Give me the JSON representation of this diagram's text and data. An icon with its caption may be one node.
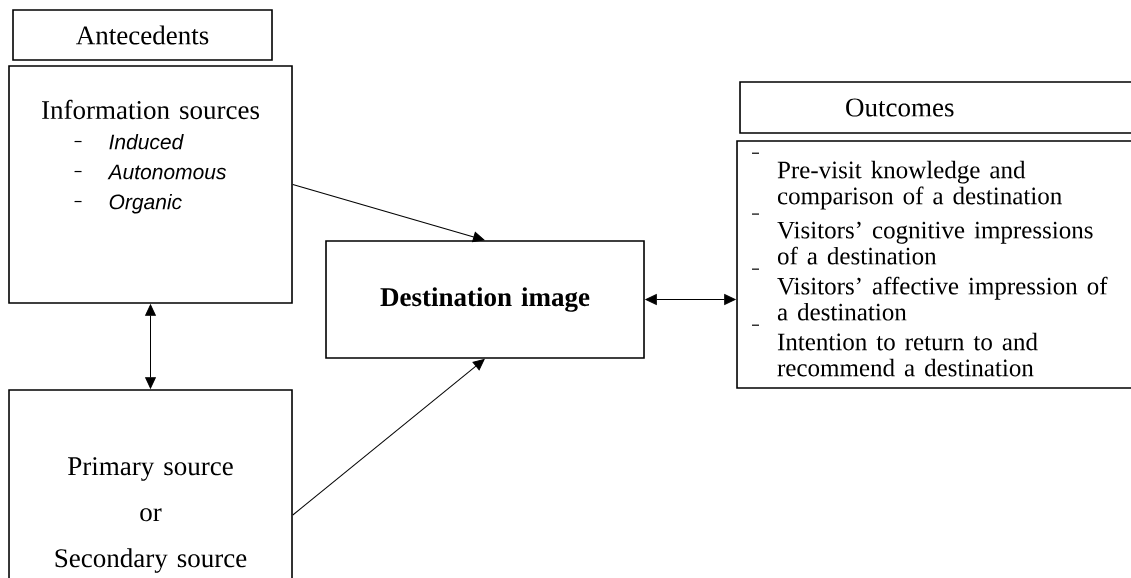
{
  "diagram": {
    "nodes": [
      {
        "text": [
          "Antecedents"
        ]
      },
      {
        "text": [
          "Information sources",
          "Induced",
          "Autonomous",
          "Organic"
        ]
      },
      {
        "text": [
          "Primary source",
          "or",
          "Secondary source"
        ]
      },
      {
        "text": [
          "Destination image"
        ]
      },
      {
        "text": [
          "Outcomes"
        ]
      },
      {
        "text": [
          "Pre-visit knowledge and comparison of a destination",
          "Visitors’ cognitive impressions of a destination",
          "Visitors’ affective impression of a destination",
          "Intention to return to and recommend a destination"
        ]
      }
    ],
    "edges": [
      {
        "from": 1,
        "to": 3,
        "arrow": "to"
      },
      {
        "from": 2,
        "to": 3,
        "arrow": "to"
      },
      {
        "from": 1,
        "to": 2,
        "arrow": "both"
      },
      {
        "from": 3,
        "to": 5,
        "arrow": "both"
      }
    ]
  }
}
